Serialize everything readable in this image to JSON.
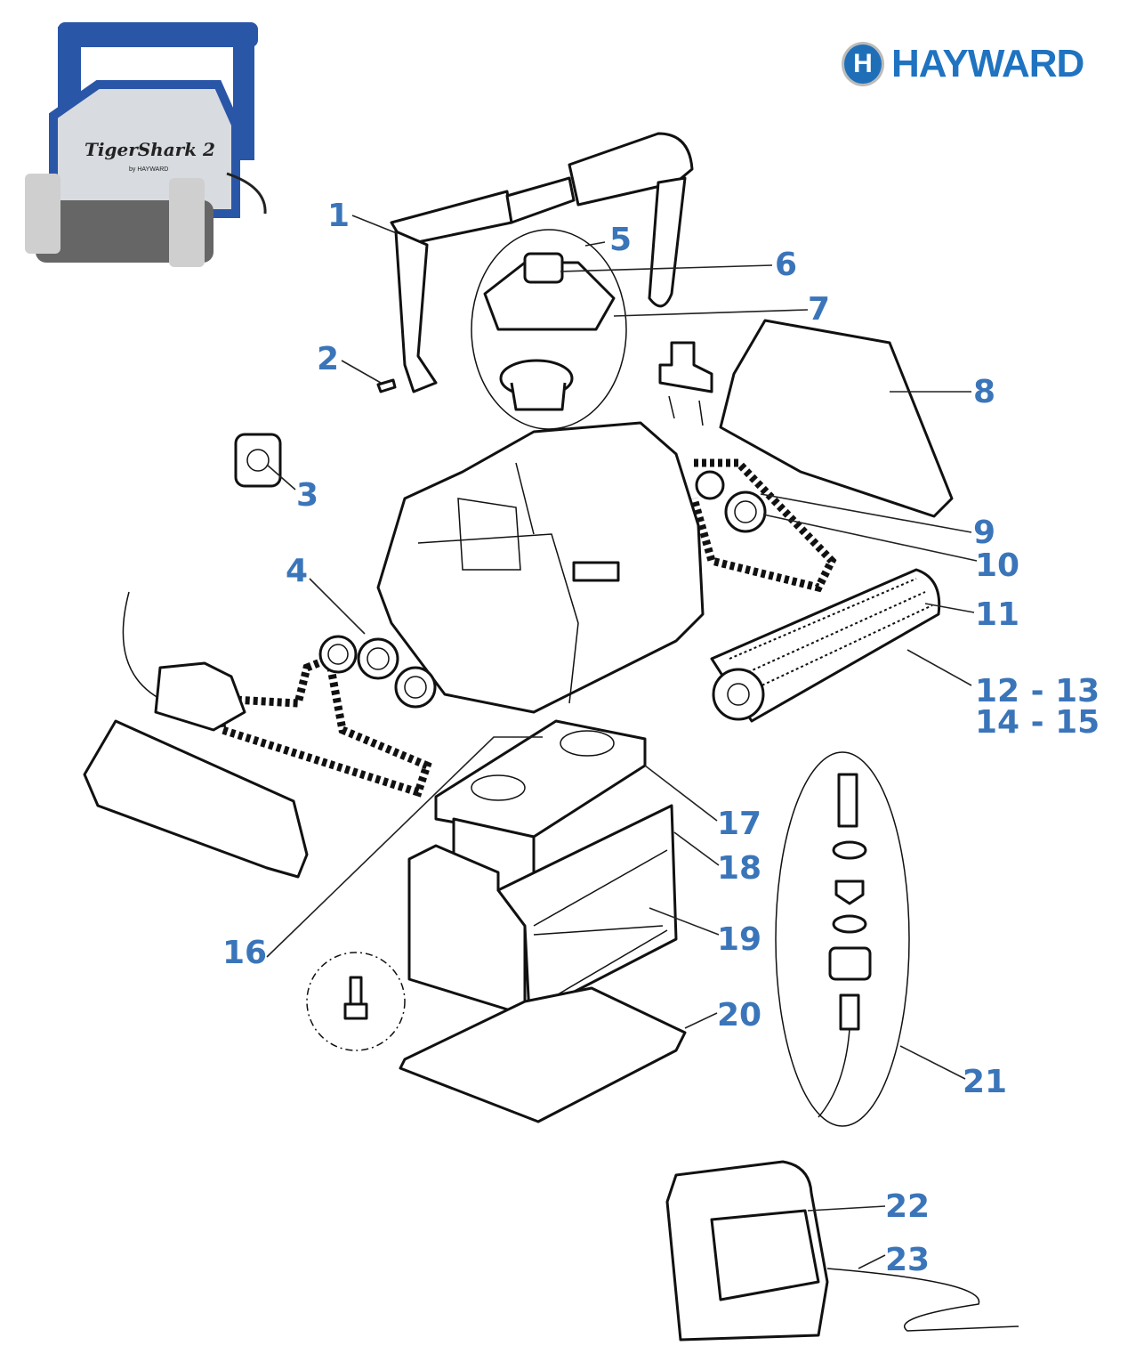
{
  "brand": {
    "logo_mark": "H",
    "logo_text": "HAYWARD",
    "color": "#1f73c0"
  },
  "product_photo": {
    "name": "TigerShark 2",
    "maker": "by HAYWARD"
  },
  "label_color": "#3b75b9",
  "parts": [
    "1",
    "2",
    "3",
    "4",
    "5",
    "6",
    "7",
    "8",
    "9",
    "10",
    "11",
    "12 - 13",
    "14 - 15",
    "16",
    "17",
    "18",
    "19",
    "20",
    "21",
    "22",
    "23"
  ]
}
